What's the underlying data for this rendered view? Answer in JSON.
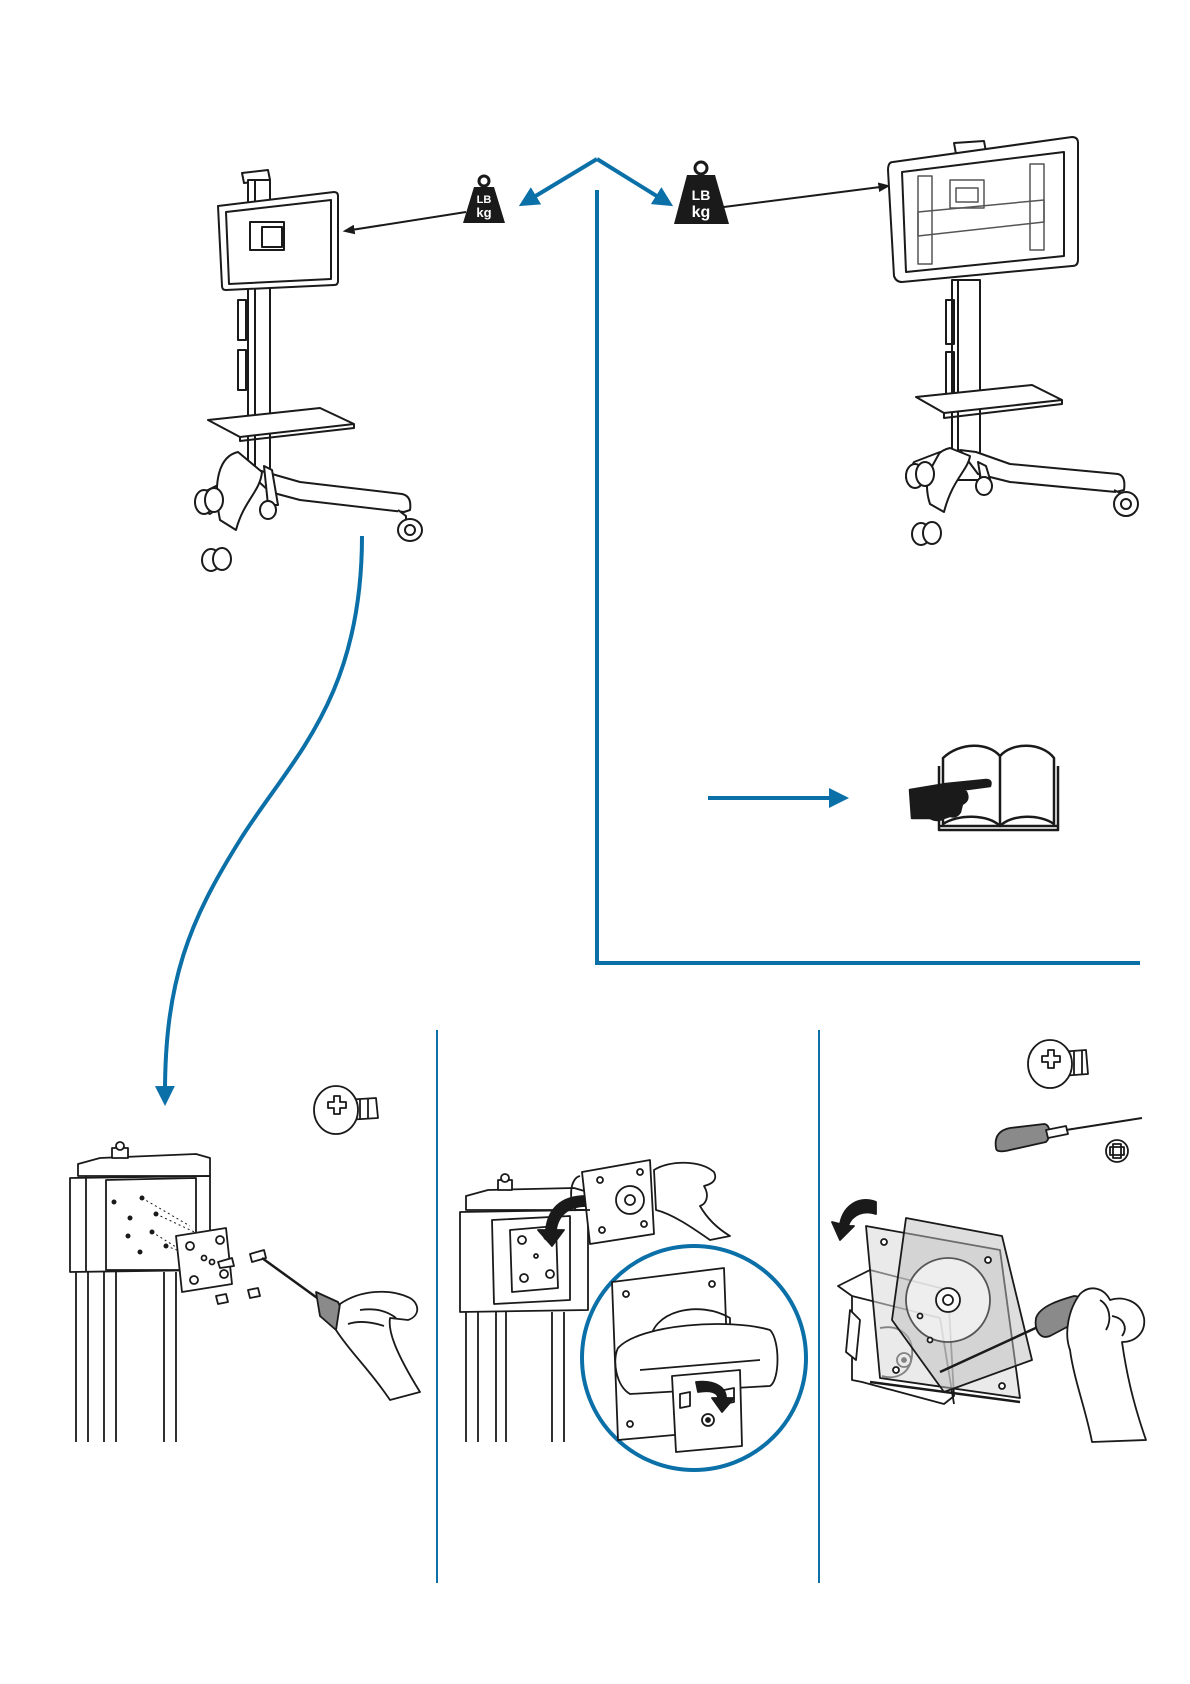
{
  "weight_icons": [
    {
      "top": "LB",
      "bottom": "kg"
    },
    {
      "top": "LB",
      "bottom": "kg"
    }
  ],
  "colors": {
    "accent": "#0b6fa8",
    "ink": "#1a1a1a",
    "paper": "#ffffff",
    "fill_gray": "#8a8a8a",
    "light_gray": "#d9d9d9"
  },
  "icons": [
    "weight-icon",
    "manual-icon",
    "screw-icon",
    "screwdriver-icon",
    "phillips-head-icon",
    "rotate-arrow-icon"
  ]
}
